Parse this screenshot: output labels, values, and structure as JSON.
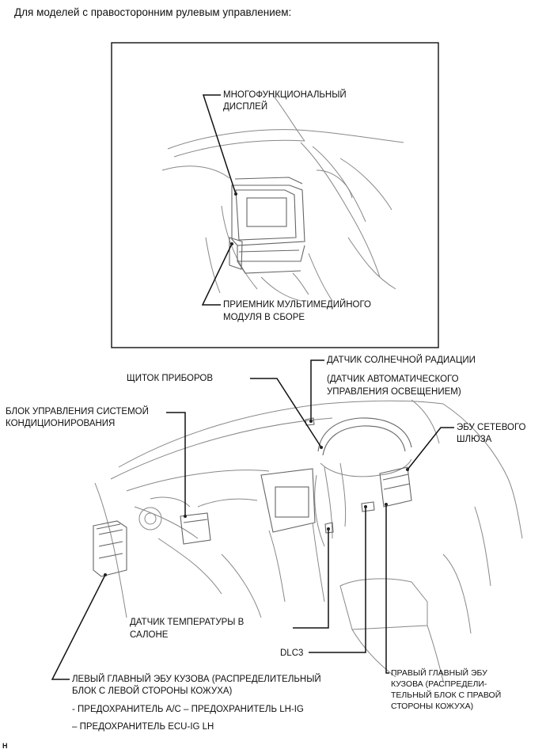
{
  "header": "Для моделей с правосторонним рулевым управлением:",
  "inset": {
    "multifunction_display": [
      "МНОГОФУНКЦИОНАЛЬНЫЙ",
      "ДИСПЛЕЙ"
    ],
    "multimedia_receiver": [
      "ПРИЕМНИК МУЛЬТИМЕДИЙНОГО",
      "МОДУЛЯ В СБОРЕ"
    ]
  },
  "labels": {
    "solar_sensor": "ДАТЧИК СОЛНЕЧНОЙ РАДИАЦИИ",
    "solar_sensor_alt": [
      "(ДАТЧИК АВТОМАТИЧЕСКОГО",
      "УПРАВЛЕНИЯ ОСВЕЩЕНИЕМ)"
    ],
    "instrument_cluster": "ЩИТОК ПРИБОРОВ",
    "ac_control": [
      "БЛОК УПРАВЛЕНИЯ СИСТЕМОЙ",
      "КОНДИЦИОНИРОВАНИЯ"
    ],
    "gateway_ecu": [
      "ЭБУ СЕТЕВОГО",
      "ШЛЮЗА"
    ],
    "temp_sensor": [
      "ДАТЧИК ТЕМПЕРАТУРЫ В",
      "САЛОНЕ"
    ],
    "dlc3": "DLC3",
    "left_body_ecu": [
      "ЛЕВЫЙ ГЛАВНЫЙ ЭБУ КУЗОВА (РАСПРЕДЕЛИТЕЛЬНЫЙ",
      "БЛОК С ЛЕВОЙ СТОРОНЫ КОЖУХА)"
    ],
    "fuses": [
      "- ПРЕДОХРАНИТЕЛЬ A/C",
      "– ПРЕДОХРАНИТЕЛЬ LH-IG",
      "– ПРЕДОХРАНИТЕЛЬ ECU-IG LH"
    ],
    "right_body_ecu": [
      "ПРАВЫЙ ГЛАВНЫЙ ЭБУ",
      "КУЗОВА (РАСПРЕДЕЛИ-",
      "ТЕЛЬНЫЙ БЛОК С ПРАВОЙ",
      "СТОРОНЫ КОЖУХА)"
    ]
  },
  "footer_mark": "H"
}
